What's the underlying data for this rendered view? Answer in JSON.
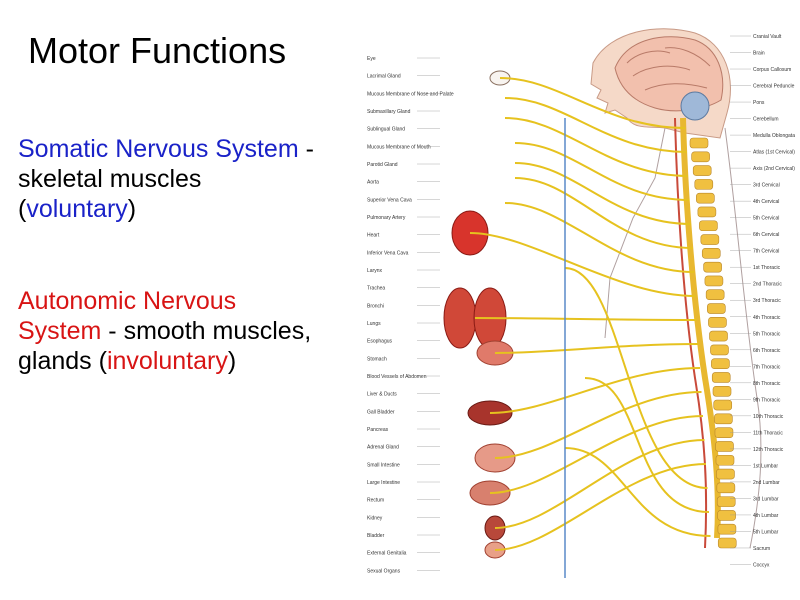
{
  "title": "Motor Functions",
  "somatic": {
    "term": "Somatic Nervous System",
    "sep": "  - skeletal muscles (",
    "keyword": "voluntary",
    "close": ")"
  },
  "autonomic": {
    "term": "Autonomic Nervous System",
    "sep": " - smooth muscles, glands (",
    "keyword": "involuntary",
    "close": ")"
  },
  "colors": {
    "somatic": "#1a22c8",
    "autonomic": "#d81414",
    "nerve": "#e6c21f",
    "spine": "#f0c040"
  },
  "figure": {
    "left_labels": [
      "Eye",
      "Lacrimal Gland",
      "Mucous Membrane of Nose and Palate",
      "Submaxillary Gland",
      "Sublingual Gland",
      "Mucous Membrane of Mouth",
      "Parotid Gland",
      "Aorta",
      "Superior Vena Cava",
      "Pulmonary Artery",
      "Heart",
      "Inferior Vena Cava",
      "Larynx",
      "Trachea",
      "Bronchi",
      "Lungs",
      "Esophagus",
      "Stomach",
      "Blood Vessels of Abdomen",
      "Liver & Ducts",
      "Gall Bladder",
      "Pancreas",
      "Adrenal Gland",
      "Small Intestine",
      "Large Intestine",
      "Rectum",
      "Kidney",
      "Bladder",
      "External Genitalia",
      "Sexual Organs"
    ],
    "right_labels": [
      "Cranial Vault",
      "Brain",
      "Corpus Callosum",
      "Cerebral Peduncle",
      "Pons",
      "Cerebellum",
      "Medulla Oblongata",
      "Atlas (1st Cervical)",
      "Axis (2nd Cervical)",
      "3rd Cervical",
      "4th Cervical",
      "5th Cervical",
      "6th Cervical",
      "7th Cervical",
      "1st Thoracic",
      "2nd Thoracic",
      "3rd Thoracic",
      "4th Thoracic",
      "5th Thoracic",
      "6th Thoracic",
      "7th Thoracic",
      "8th Thoracic",
      "9th Thoracic",
      "10th Thoracic",
      "11th Thoracic",
      "12th Thoracic",
      "1st Lumbar",
      "2nd Lumbar",
      "3rd Lumbar",
      "4th Lumbar",
      "5th Lumbar",
      "Sacrum",
      "Coccyx"
    ]
  }
}
